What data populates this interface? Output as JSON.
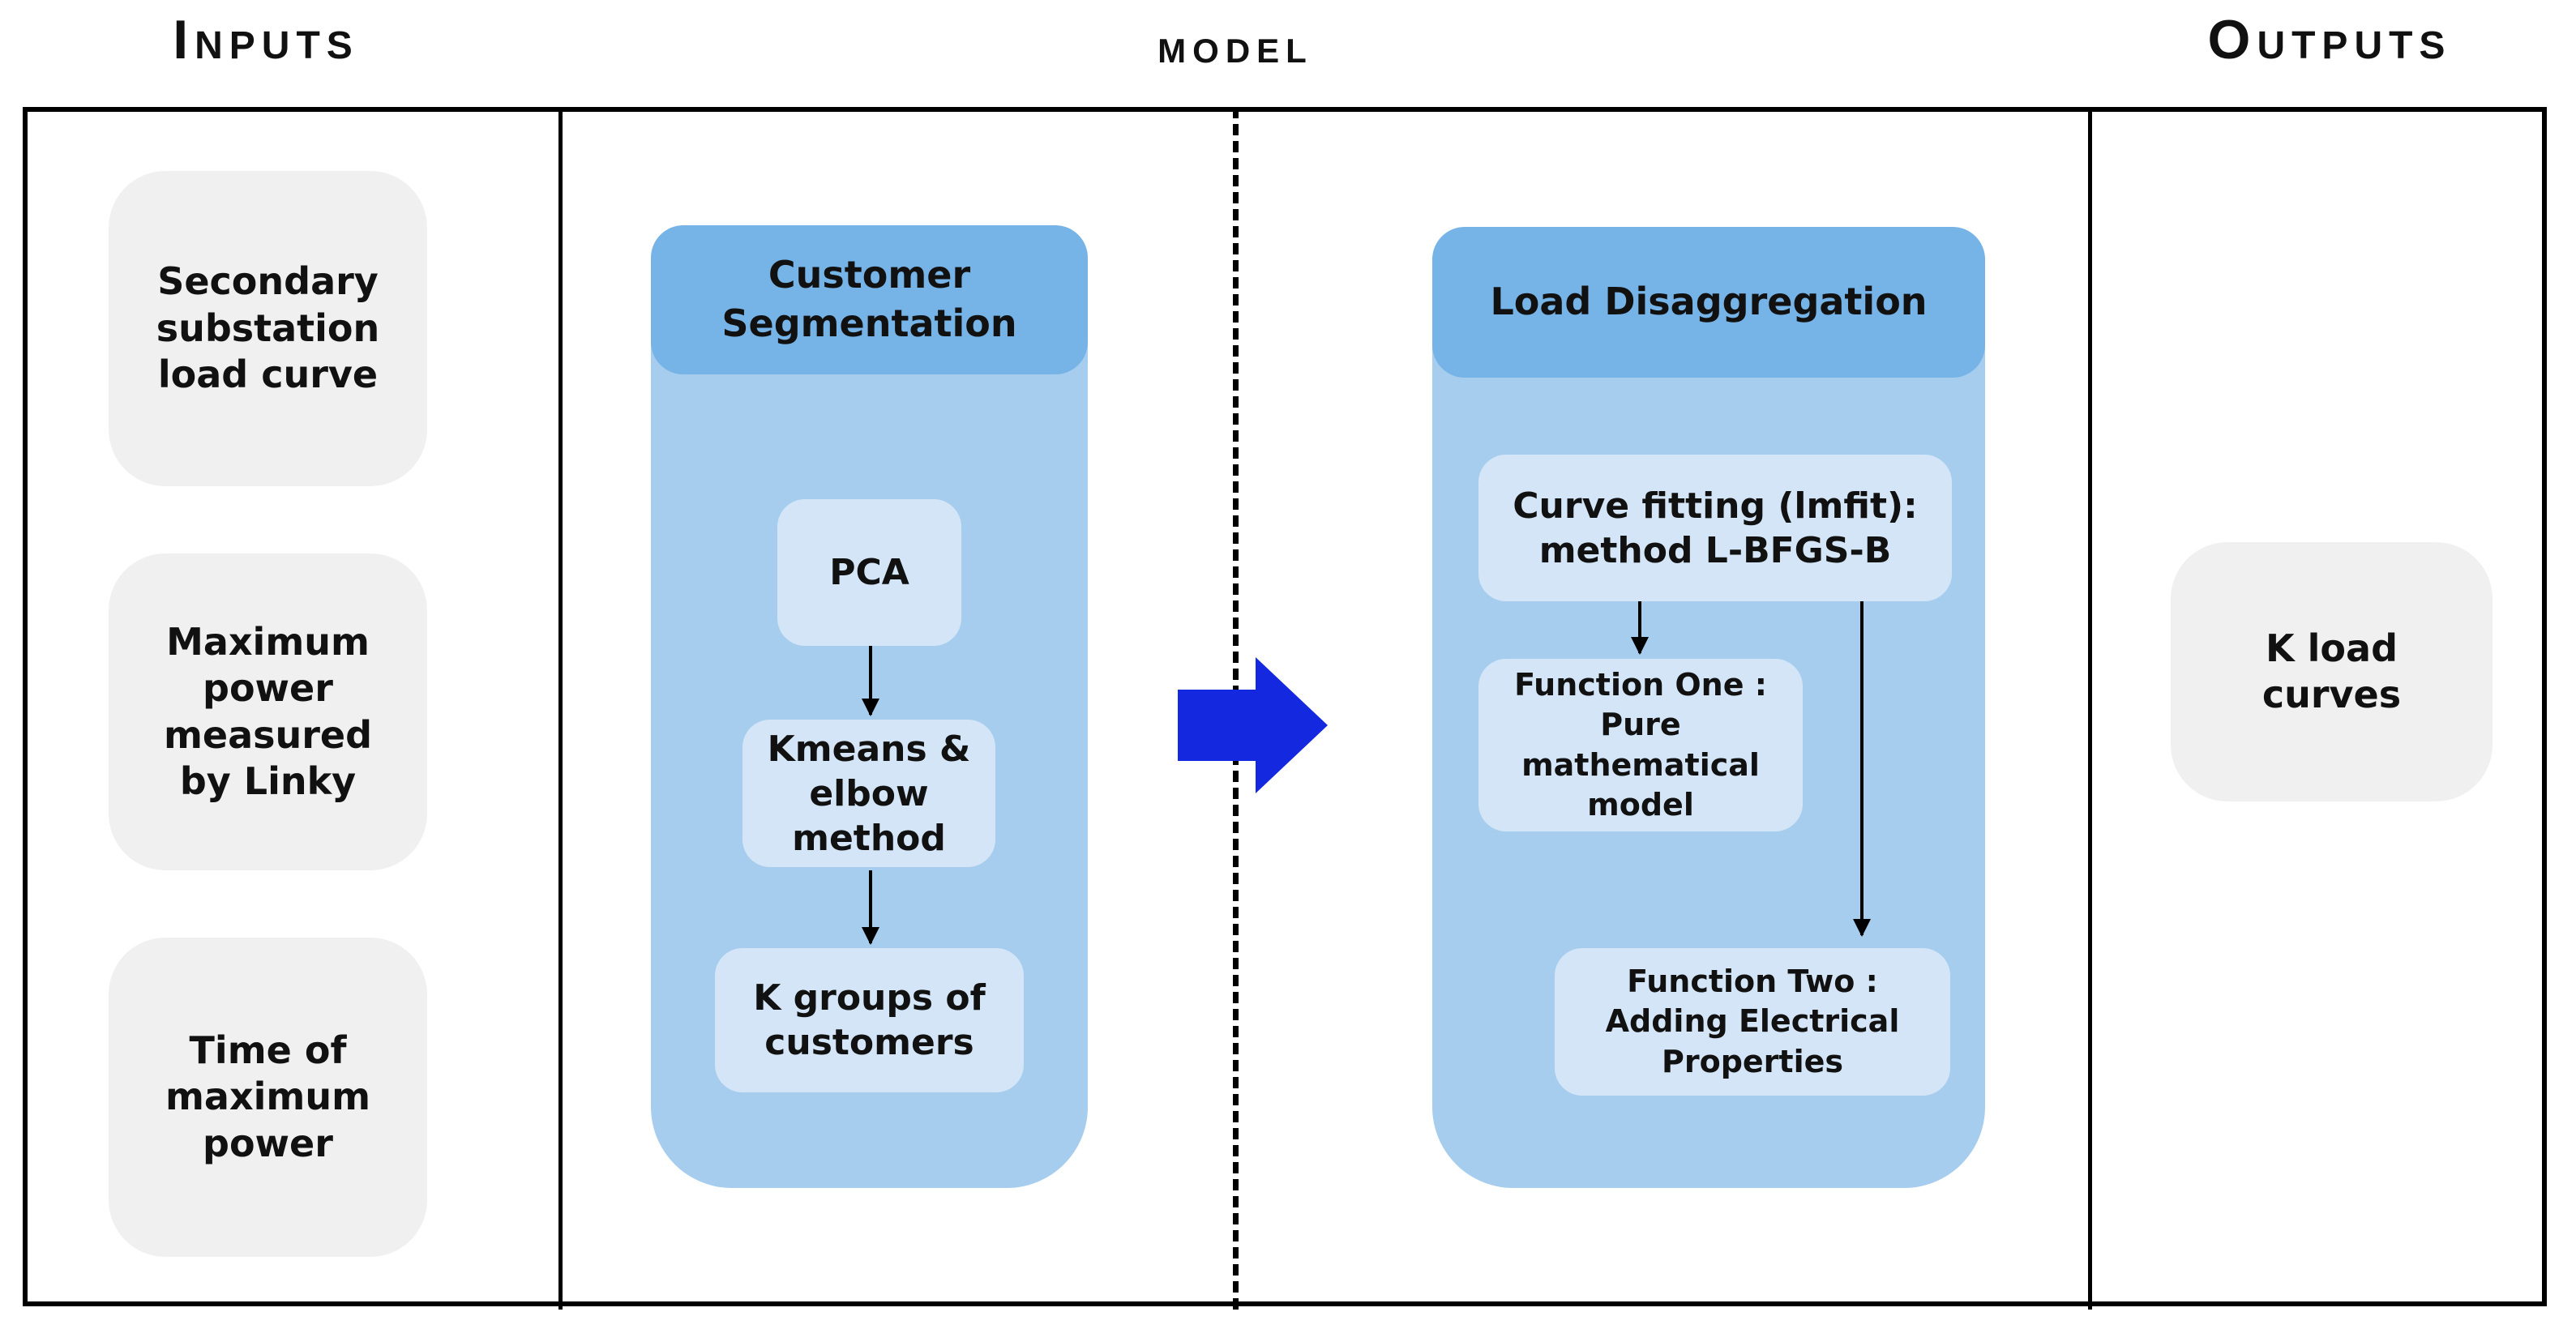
{
  "sections": {
    "inputs": "Inputs",
    "model": "model",
    "outputs": "Outputs"
  },
  "inputs": [
    "Secondary substation load curve",
    "Maximum power measured by Linky",
    "Time of maximum power"
  ],
  "segmentation": {
    "title": "Customer Segmentation",
    "steps": [
      "PCA",
      "Kmeans & elbow method",
      "K groups of customers"
    ]
  },
  "disaggregation": {
    "title": "Load Disaggregation",
    "fitting": "Curve fitting (lmfit): method L-BFGS-B",
    "function_one": "Function One : Pure mathematical model",
    "function_two": "Function Two : Adding Electrical Properties"
  },
  "outputs": [
    "K load curves"
  ],
  "colors": {
    "header": "#76b3e6",
    "panel": "#a6cdee",
    "inner": "#d3e5f6",
    "input_box": "#f0f0f0",
    "flow_arrow": "#1428e0"
  }
}
